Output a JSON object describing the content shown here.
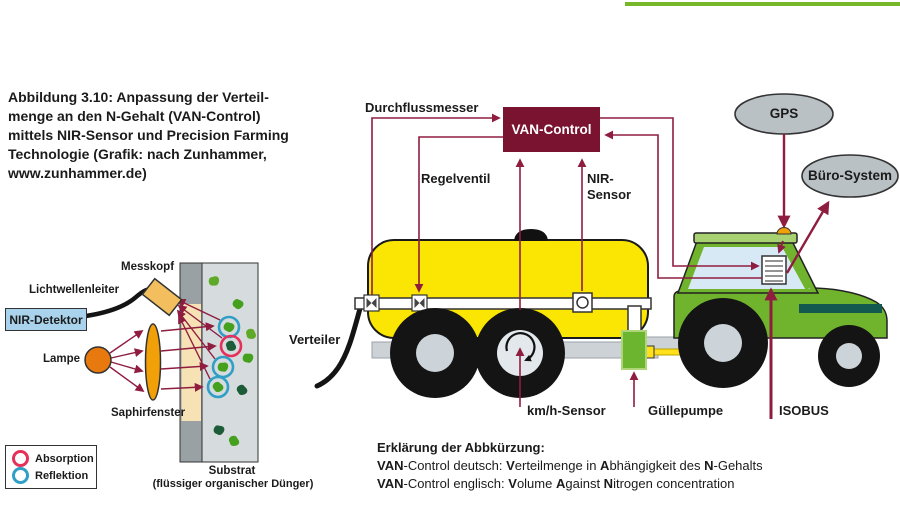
{
  "top_bar": {
    "color": "#76b82a"
  },
  "caption": {
    "text": "Abbildung 3.10: Anpassung der Verteil-\nmenge an den N-Gehalt (VAN-Control)\nmittels NIR-Sensor und Precision Farming\nTechnologie (Grafik: nach Zunhammer,\nwww.zunhammer.de)"
  },
  "nir_diagram": {
    "labels": {
      "messkopf": "Messkopf",
      "lichtwellenleiter": "Lichtwellenleiter",
      "nir_detektor": "NIR-Detektor",
      "lampe": "Lampe",
      "saphirfenster": "Saphirfenster",
      "substrat": "Substrat",
      "substrat_sub": "(flüssiger organischer Dünger)"
    },
    "legend": {
      "absorption": "Absorption",
      "reflektion": "Reflektion",
      "absorption_color": "#e5305a",
      "reflektion_color": "#2f9fc6"
    }
  },
  "system_diagram": {
    "labels": {
      "durchflussmesser": "Durchflussmesser",
      "van_control": "VAN-Control",
      "regelventil": "Regelventil",
      "nir_sensor": "NIR-\nSensor",
      "verteiler": "Verteiler",
      "kmh_sensor": "km/h-Sensor",
      "guellepumpe": "Güllepumpe",
      "isobus": "ISOBUS",
      "gps": "GPS",
      "buero_system": "Büro-System"
    },
    "colors": {
      "arrow": "#8f1d40",
      "van_box": "#7a132f",
      "tank_yellow": "#fbe503",
      "tractor_green": "#70b32c",
      "pump_green": "#6cb52f",
      "node_ellipse_gray": "#bac1c5",
      "top_bar_green": "#76b82a"
    }
  },
  "explanation": {
    "heading": "Erklärung der Abbkürzung:",
    "line_de_segments": [
      {
        "t": "VAN",
        "b": true
      },
      {
        "t": "-Control deutsch: ",
        "b": false
      },
      {
        "t": "V",
        "b": true
      },
      {
        "t": "erteilmenge in ",
        "b": false
      },
      {
        "t": "A",
        "b": true
      },
      {
        "t": "bhängigkeit des ",
        "b": false
      },
      {
        "t": "N",
        "b": true
      },
      {
        "t": "-Gehalts",
        "b": false
      }
    ],
    "line_en_segments": [
      {
        "t": "VAN",
        "b": true
      },
      {
        "t": "-Control englisch: ",
        "b": false
      },
      {
        "t": "V",
        "b": true
      },
      {
        "t": "olume ",
        "b": false
      },
      {
        "t": "A",
        "b": true
      },
      {
        "t": "gainst ",
        "b": false
      },
      {
        "t": "N",
        "b": true
      },
      {
        "t": "itrogen concentration",
        "b": false
      }
    ]
  }
}
